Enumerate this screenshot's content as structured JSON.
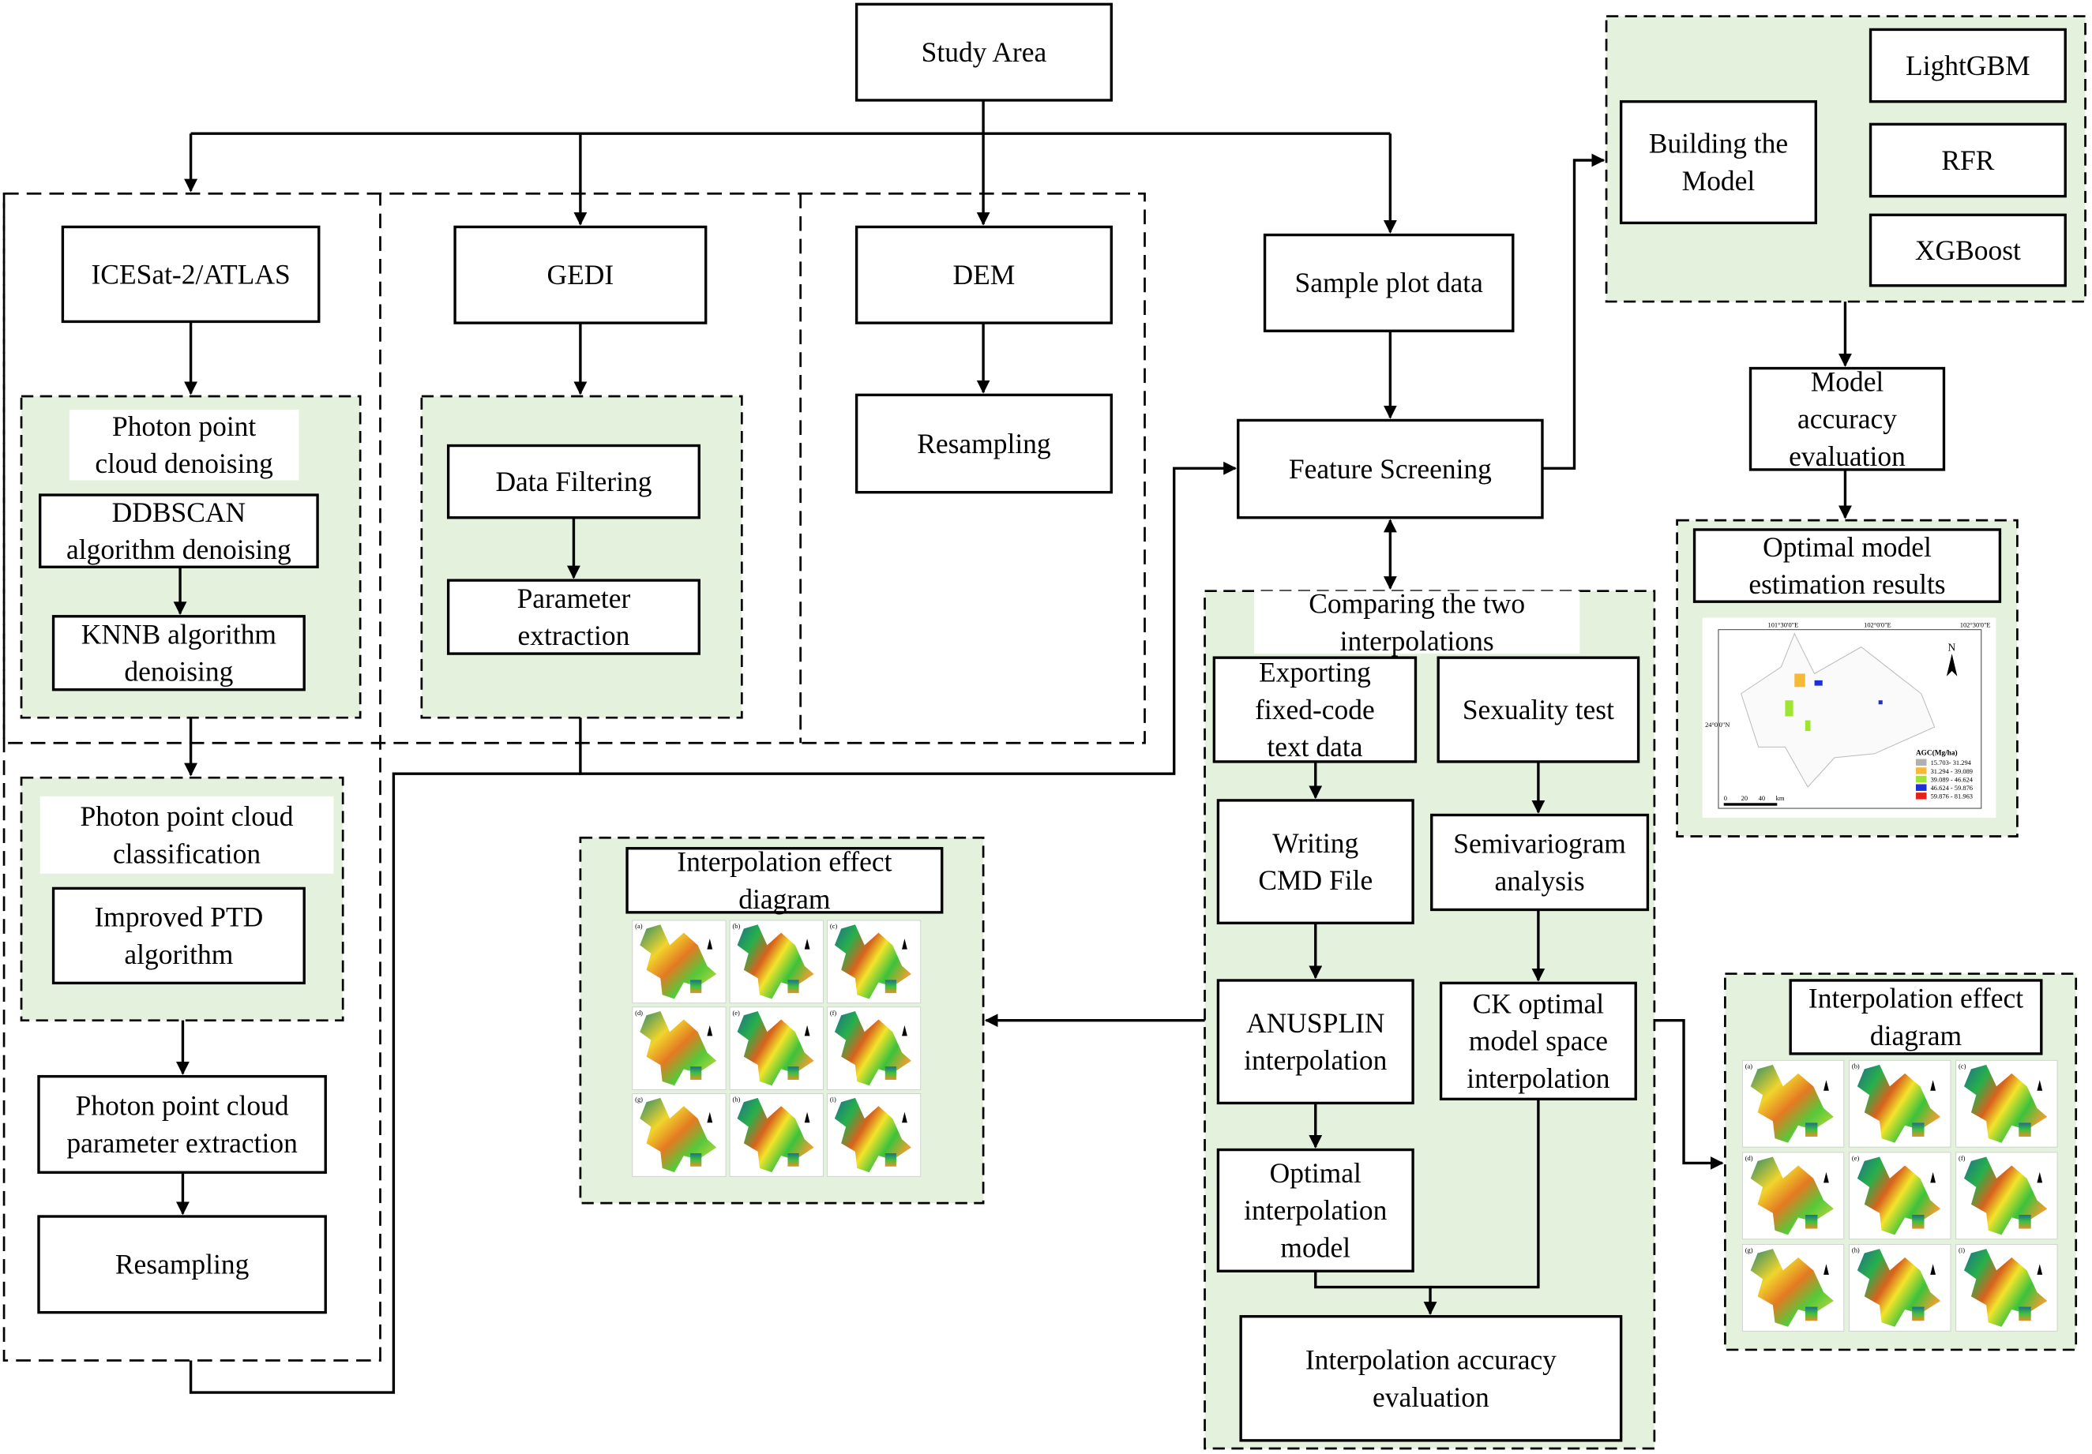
{
  "nodes": {
    "study_area": [
      "Study Area"
    ],
    "icesat": [
      "ICESat-2/ATLAS"
    ],
    "gedi": [
      "GEDI"
    ],
    "dem": [
      "DEM"
    ],
    "sample_plot": [
      "Sample plot data"
    ],
    "photon_denoising": [
      "Photon point",
      "cloud denoising"
    ],
    "ddbscan": [
      "DDBSCAN",
      "algorithm denoising"
    ],
    "knnb": [
      "KNNB algorithm",
      "denoising"
    ],
    "data_filtering": [
      "Data Filtering"
    ],
    "parameter_extraction": [
      "Parameter",
      "extraction"
    ],
    "dem_resampling": [
      "Resampling"
    ],
    "feature_screening": [
      "Feature Screening"
    ],
    "photon_classification": [
      "Photon point cloud",
      "classification"
    ],
    "improved_ptd": [
      "Improved PTD",
      "algorithm"
    ],
    "photon_param_extraction": [
      "Photon point cloud",
      "parameter extraction"
    ],
    "photon_resampling": [
      "Resampling"
    ],
    "building_model": [
      "Building the",
      "Model"
    ],
    "lightgbm": [
      "LightGBM"
    ],
    "rfr": [
      "RFR"
    ],
    "xgboost": [
      "XGBoost"
    ],
    "model_accuracy": [
      "Model",
      "accuracy",
      "evaluation"
    ],
    "optimal_results": [
      "Optimal model",
      "estimation results"
    ],
    "comparing": [
      "Comparing the two",
      "interpolations"
    ],
    "exporting": [
      "Exporting",
      "fixed-code",
      "text data"
    ],
    "sexuality_test": [
      "Sexuality test"
    ],
    "writing_cmd": [
      "Writing",
      "CMD File"
    ],
    "semivariogram": [
      "Semivariogram",
      "analysis"
    ],
    "anusplin": [
      "ANUSPLIN",
      "interpolation"
    ],
    "ck_optimal": [
      "CK optimal",
      "model space",
      "interpolation"
    ],
    "optimal_interp": [
      "Optimal",
      "interpolation",
      "model"
    ],
    "interp_accuracy": [
      "Interpolation accuracy",
      "evaluation"
    ],
    "effect_left": [
      "Interpolation effect",
      "diagram"
    ],
    "effect_right": [
      "Interpolation effect",
      "diagram"
    ]
  },
  "panel_labels": [
    "(a)",
    "(b)",
    "(c)",
    "(d)",
    "(e)",
    "(f)",
    "(g)",
    "(h)",
    "(i)"
  ],
  "result_map": {
    "legend_title": "AGC(Mg/ha)",
    "legend": [
      {
        "label": "15.703- 31.294",
        "color": "#b0b0b0"
      },
      {
        "label": "31.294 - 39.089",
        "color": "#f5b936"
      },
      {
        "label": "39.089 - 46.624",
        "color": "#9ee62e"
      },
      {
        "label": "46.624 - 59.876",
        "color": "#1f2fd8"
      },
      {
        "label": "59.876 - 81.963",
        "color": "#e8201a"
      }
    ],
    "top_ticks": [
      "101°30'0\"E",
      "102°0'0\"E",
      "102°30'0\"E"
    ],
    "side_tick": "24°0'0\"N",
    "north": "N",
    "scale": [
      "0",
      "20",
      "40",
      "km"
    ]
  },
  "colors": {
    "panel_green": "#e4f1dc"
  }
}
